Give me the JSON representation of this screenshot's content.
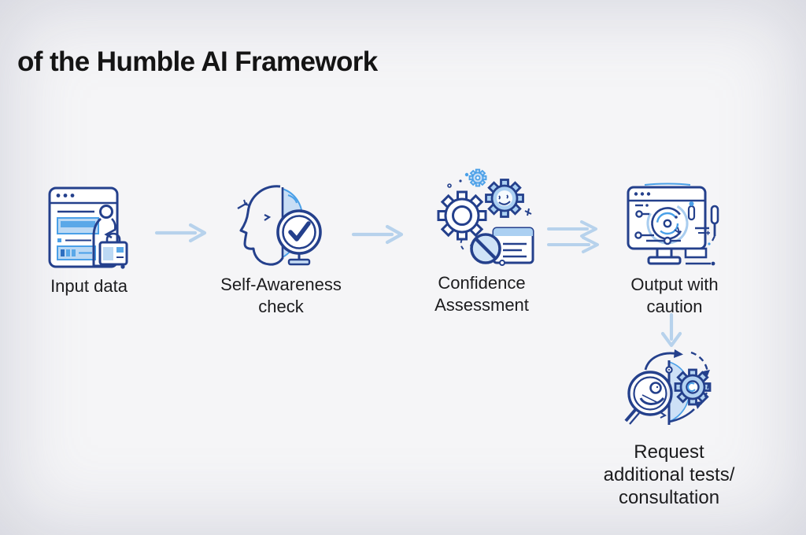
{
  "title": "of the Humble AI Framework",
  "colors": {
    "background": "#f5f5f7",
    "icon_outline": "#24408c",
    "icon_mid_blue": "#4aa0e8",
    "icon_light_blue": "#c7ddf5",
    "arrow": "#b7d2ec",
    "label_text": "#1c1c1e",
    "title_text": "#141414"
  },
  "flow": {
    "steps": [
      {
        "id": "input-data",
        "icon": "browser-window-person-data-icon",
        "lines": [
          "Input data"
        ]
      },
      {
        "id": "self-awareness-check",
        "icon": "head-profile-mirror-checkmark-icon",
        "lines": [
          "Self-Awareness",
          "check"
        ]
      },
      {
        "id": "confidence-assessment",
        "icon": "gears-document-prohibition-icon",
        "lines": [
          "Confidence",
          "Assessment"
        ]
      },
      {
        "id": "output-with-caution",
        "icon": "monitor-dial-screwdriver-icon",
        "lines": [
          "Output with",
          "caution"
        ]
      }
    ],
    "connectors": [
      {
        "id": "arrow-1",
        "type": "single-right-arrow"
      },
      {
        "id": "arrow-2",
        "type": "single-right-arrow"
      },
      {
        "id": "arrow-3",
        "type": "double-right-arrow"
      },
      {
        "id": "arrow-4",
        "type": "down-arrow"
      }
    ],
    "branch_step": {
      "id": "request-additional-tests-consultation",
      "icon": "magnifier-person-gear-cycle-icon",
      "lines": [
        "Request",
        "additional tests/",
        "consultation"
      ]
    }
  }
}
